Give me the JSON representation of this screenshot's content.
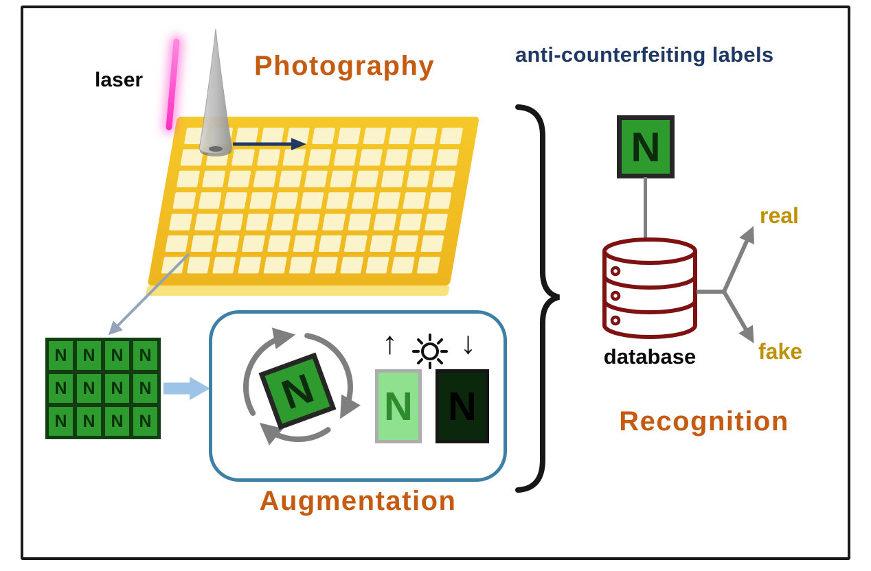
{
  "labels": {
    "laser": "laser",
    "photography": "Photography",
    "anti_counterfeiting": "anti-counterfeiting labels",
    "augmentation": "Augmentation",
    "database": "database",
    "real": "real",
    "fake": "fake",
    "recognition": "Recognition"
  },
  "tile_letter": "N",
  "icons": {
    "brightness_up": "↑",
    "brightness_down": "↓"
  },
  "plate_grid": {
    "rows": 7,
    "cols": 11
  },
  "sample_grid": {
    "rows": 3,
    "cols": 4
  },
  "colors": {
    "heading_orange": "#C55A11",
    "navy": "#1F3864",
    "gold_plate": "#F2BE24",
    "cream_cell": "#FBF4CB",
    "laser_pink": "#FF3FC6",
    "tile_green": "#2E9B2E",
    "tile_light_green": "#8FE08F",
    "tile_dark_green": "#0C280C",
    "box_blue": "#3E7FA6",
    "database_red": "#7E1212",
    "real_fake_yellow": "#BF9000",
    "arrow_gray": "#808080",
    "arrow_light_blue": "#9DC3E6"
  }
}
